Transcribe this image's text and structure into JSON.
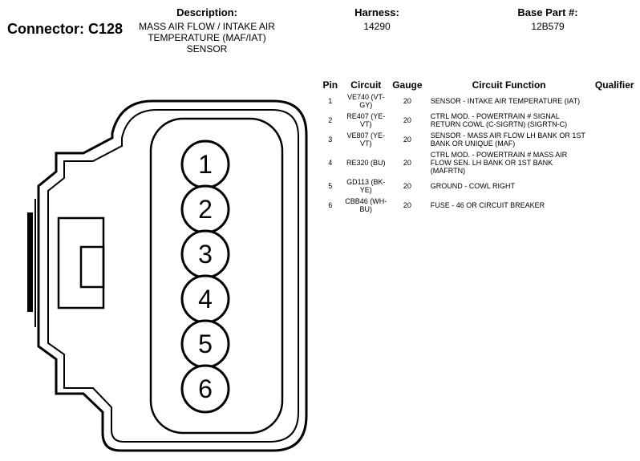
{
  "connector": {
    "label": "Connector:",
    "id": "C128"
  },
  "header": {
    "description_label": "Description:",
    "description_value": "MASS AIR FLOW / INTAKE AIR TEMPERATURE (MAF/IAT) SENSOR",
    "harness_label": "Harness:",
    "harness_value": "14290",
    "base_part_label": "Base Part #:",
    "base_part_value": "12B579"
  },
  "table": {
    "columns": [
      "Pin",
      "Circuit",
      "Gauge",
      "Circuit Function",
      "Qualifier"
    ],
    "rows": [
      {
        "pin": "1",
        "circuit": "VE740 (VT-GY)",
        "gauge": "20",
        "function": "SENSOR - INTAKE AIR TEMPERATURE (IAT)",
        "qualifier": ""
      },
      {
        "pin": "2",
        "circuit": "RE407 (YE-VT)",
        "gauge": "20",
        "function": "CTRL MOD. - POWERTRAIN # SIGNAL RETURN COWL (C-SIGRTN) (SIGRTN-C)",
        "qualifier": ""
      },
      {
        "pin": "3",
        "circuit": "VE807 (YE-VT)",
        "gauge": "20",
        "function": "SENSOR - MASS AIR FLOW LH BANK OR 1ST BANK OR UNIQUE (MAF)",
        "qualifier": ""
      },
      {
        "pin": "4",
        "circuit": "RE320 (BU)",
        "gauge": "20",
        "function": "CTRL MOD. - POWERTRAIN # MASS AIR FLOW SEN. LH BANK OR 1ST BANK (MAFRTN)",
        "qualifier": ""
      },
      {
        "pin": "5",
        "circuit": "GD113 (BK-YE)",
        "gauge": "20",
        "function": "GROUND - COWL RIGHT",
        "qualifier": ""
      },
      {
        "pin": "6",
        "circuit": "CBB46 (WH-BU)",
        "gauge": "20",
        "function": "FUSE - 46 OR CIRCUIT BREAKER",
        "qualifier": ""
      }
    ]
  },
  "diagram": {
    "pins": [
      "1",
      "2",
      "3",
      "4",
      "5",
      "6"
    ]
  }
}
